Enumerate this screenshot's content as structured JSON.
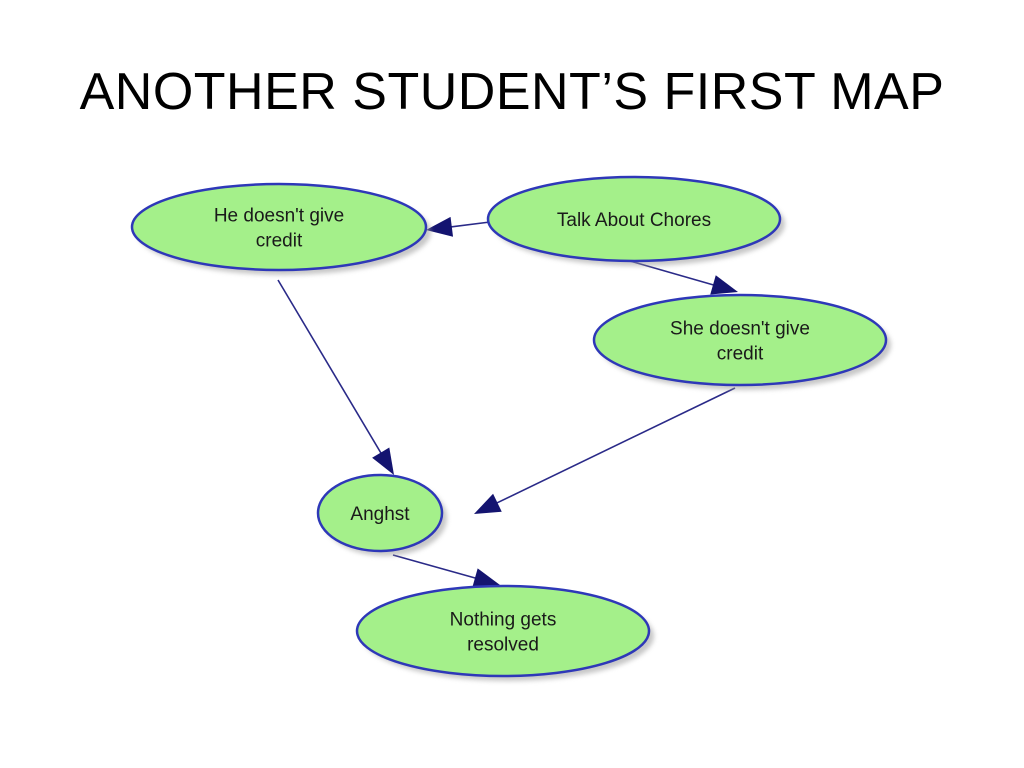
{
  "slide": {
    "title": "ANOTHER STUDENT’S FIRST MAP"
  },
  "colors": {
    "node_fill": "#a4f08a",
    "node_stroke": "#2e38b8",
    "edge": "#2a2a88",
    "arrow": "#141470",
    "shadow": "#9a9a9a"
  },
  "nodes": [
    {
      "id": "he",
      "lines": [
        "He doesn't give",
        "credit"
      ]
    },
    {
      "id": "talk",
      "lines": [
        "Talk About Chores"
      ]
    },
    {
      "id": "she",
      "lines": [
        "She doesn't give",
        "credit"
      ]
    },
    {
      "id": "anghst",
      "lines": [
        "Anghst"
      ]
    },
    {
      "id": "nothing",
      "lines": [
        "Nothing gets",
        "resolved"
      ]
    }
  ],
  "edges": [
    {
      "from": "talk",
      "to": "he"
    },
    {
      "from": "talk",
      "to": "she"
    },
    {
      "from": "he",
      "to": "anghst"
    },
    {
      "from": "she",
      "to": "anghst"
    },
    {
      "from": "anghst",
      "to": "nothing"
    }
  ]
}
